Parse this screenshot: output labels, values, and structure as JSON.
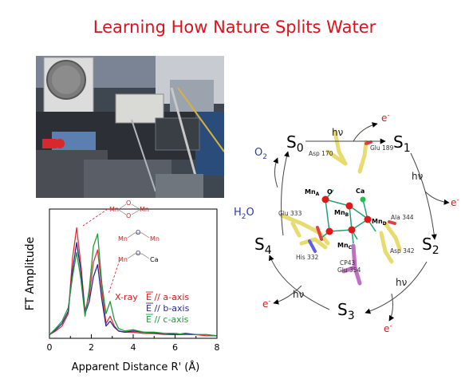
{
  "title": "Learning How Nature Splits Water",
  "chart_data": {
    "type": "line",
    "xlabel": "Apparent Distance R' (Å)",
    "ylabel": "FT Amplitude",
    "xlim": [
      0,
      8
    ],
    "x_ticks": [
      "0",
      "2",
      "4",
      "6",
      "8"
    ],
    "legend": {
      "prefix": "X-ray",
      "entries": [
        "E // a-axis",
        "E // b-axis",
        "E // c-axis"
      ],
      "placement": "right"
    },
    "series": [
      {
        "name": "a-axis",
        "color": "#e0303a",
        "x": [
          0.0,
          0.3,
          0.6,
          0.9,
          1.1,
          1.3,
          1.5,
          1.7,
          1.9,
          2.1,
          2.3,
          2.5,
          2.7,
          2.9,
          3.1,
          3.3,
          3.6,
          4.0,
          4.5,
          5.0,
          5.5,
          6.0,
          6.5,
          7.0,
          7.5,
          8.0
        ],
        "y": [
          0.03,
          0.06,
          0.1,
          0.2,
          0.65,
          0.9,
          0.6,
          0.22,
          0.35,
          0.62,
          0.72,
          0.4,
          0.12,
          0.18,
          0.1,
          0.06,
          0.05,
          0.05,
          0.04,
          0.04,
          0.03,
          0.03,
          0.03,
          0.03,
          0.02,
          0.02
        ]
      },
      {
        "name": "b-axis",
        "color": "#2a2a8c",
        "x": [
          0.0,
          0.3,
          0.6,
          0.9,
          1.1,
          1.3,
          1.5,
          1.7,
          1.9,
          2.1,
          2.3,
          2.5,
          2.7,
          2.9,
          3.1,
          3.3,
          3.6,
          4.0,
          4.5,
          5.0,
          5.5,
          6.0,
          6.5,
          7.0,
          7.5,
          8.0
        ],
        "y": [
          0.03,
          0.07,
          0.12,
          0.22,
          0.55,
          0.78,
          0.55,
          0.2,
          0.3,
          0.5,
          0.6,
          0.32,
          0.1,
          0.14,
          0.09,
          0.06,
          0.05,
          0.06,
          0.05,
          0.04,
          0.04,
          0.03,
          0.04,
          0.03,
          0.03,
          0.02
        ]
      },
      {
        "name": "c-axis",
        "color": "#1f9a3c",
        "x": [
          0.0,
          0.3,
          0.6,
          0.9,
          1.1,
          1.3,
          1.5,
          1.7,
          1.9,
          2.1,
          2.3,
          2.5,
          2.7,
          2.9,
          3.1,
          3.3,
          3.6,
          4.0,
          4.5,
          5.0,
          5.5,
          6.0,
          6.5,
          7.0,
          7.5,
          8.0
        ],
        "y": [
          0.03,
          0.08,
          0.14,
          0.25,
          0.5,
          0.7,
          0.48,
          0.18,
          0.4,
          0.75,
          0.85,
          0.45,
          0.2,
          0.3,
          0.15,
          0.08,
          0.06,
          0.07,
          0.05,
          0.05,
          0.04,
          0.04,
          0.03,
          0.03,
          0.03,
          0.02
        ]
      }
    ],
    "annotations": {
      "motif_di_mu_oxo": [
        "Mn",
        "O",
        "O",
        "Mn"
      ],
      "motif_mono_mu_oxo": [
        "Mn",
        "O",
        "Mn"
      ],
      "motif_mn_ca": [
        "Mn",
        "O",
        "Ca"
      ]
    }
  },
  "cycle": {
    "states": [
      "S",
      "S",
      "S",
      "S",
      "S"
    ],
    "state_subscripts": [
      "0",
      "1",
      "2",
      "3",
      "4"
    ],
    "hv": "hν",
    "electron": "e",
    "electron_charge": "-",
    "o2": "O",
    "o2_sub": "2",
    "h2o": "H",
    "h2o_sub": "2",
    "h2o_tail": "O"
  },
  "cluster": {
    "residues": [
      "Asp 170",
      "Glu 189",
      "Glu 333",
      "Ala 344",
      "His 332",
      "Asp 342",
      "CP43",
      "Glu 354"
    ],
    "atoms": {
      "mna": "Mn",
      "mna_sub": "A",
      "mnb": "Mn",
      "mnb_sub": "B",
      "mnc": "Mn",
      "mnc_sub": "C",
      "mnd": "Mn",
      "mnd_sub": "D",
      "o": "O",
      "ca": "Ca"
    }
  }
}
